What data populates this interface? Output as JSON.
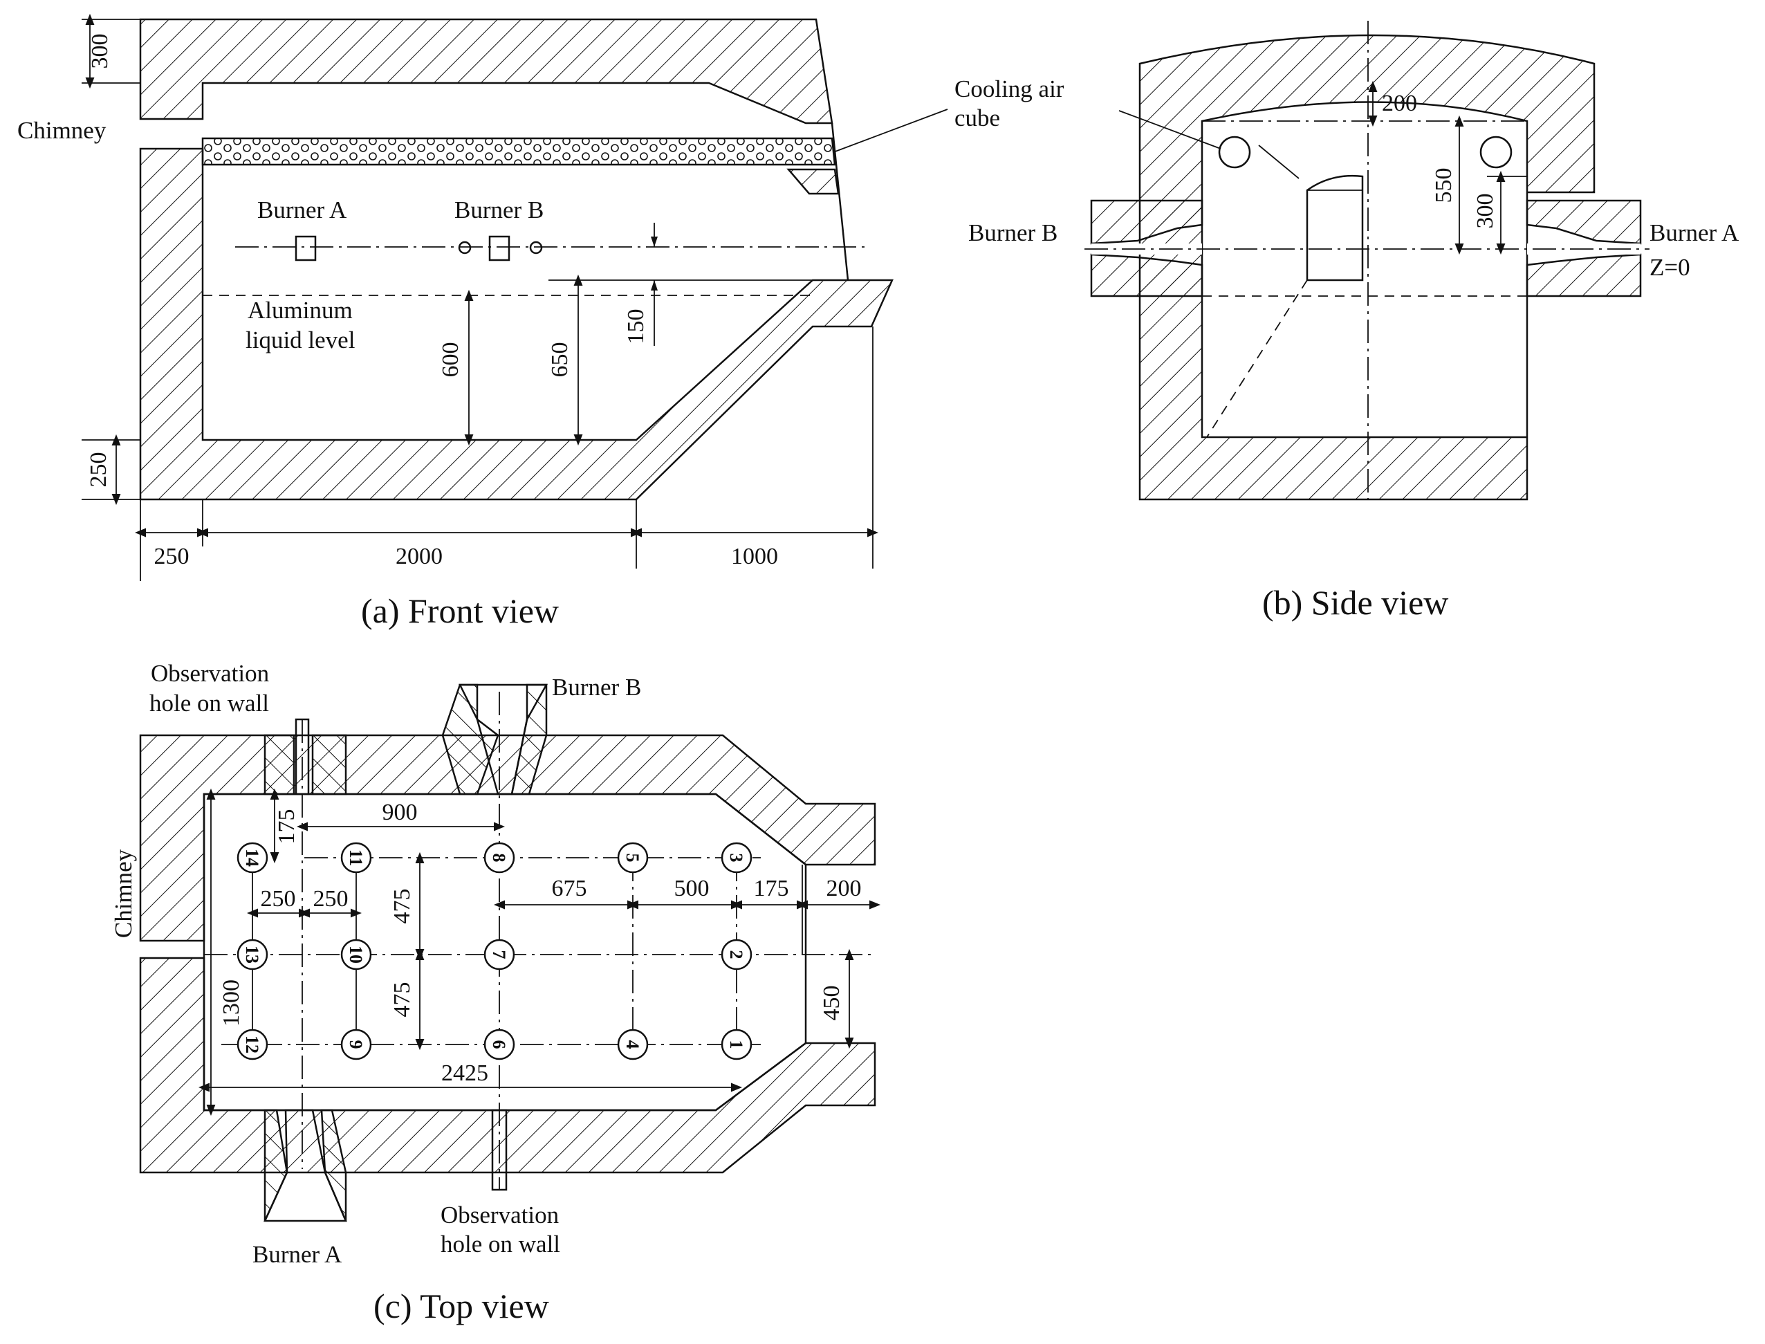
{
  "front_view": {
    "caption": "(a)  Front view",
    "labels": {
      "chimney": "Chimney",
      "burner_a": "Burner A",
      "burner_b": "Burner B",
      "aluminum_line1": "Aluminum",
      "aluminum_line2": "liquid level"
    },
    "dimensions": {
      "top_wall": "300",
      "bottom_wall": "250",
      "left_wall": "250",
      "length_main": "2000",
      "length_ramp": "1000",
      "depth_600": "600",
      "depth_650": "650",
      "burner_height": "150"
    }
  },
  "side_view": {
    "caption": "(b)  Side view",
    "labels": {
      "cooling_line1": "Cooling air",
      "cooling_line2": "cube",
      "burner_b": "Burner B",
      "burner_a": "Burner A",
      "z0": "Z=0"
    },
    "dimensions": {
      "top": "200",
      "d550": "550",
      "d300": "300"
    }
  },
  "top_view": {
    "caption": "(c)  Top view",
    "labels": {
      "obs_top_line1": "Observation",
      "obs_top_line2": "hole on wall",
      "burner_b": "Burner B",
      "chimney": "Chimney",
      "burner_a": "Burner A",
      "obs_bottom_line1": "Observation",
      "obs_bottom_line2": "hole on wall"
    },
    "dimensions": {
      "d175_left": "175",
      "d900": "900",
      "d250_a": "250",
      "d250_b": "250",
      "d475_a": "475",
      "d475_b": "475",
      "d675": "675",
      "d500": "500",
      "d175_right": "175",
      "d200": "200",
      "d450": "450",
      "d1300": "1300",
      "d2425": "2425"
    },
    "points": [
      "1",
      "2",
      "3",
      "4",
      "5",
      "6",
      "7",
      "8",
      "9",
      "10",
      "11",
      "12",
      "13",
      "14"
    ]
  },
  "colors": {
    "ink": "#111111",
    "background": "#ffffff"
  }
}
